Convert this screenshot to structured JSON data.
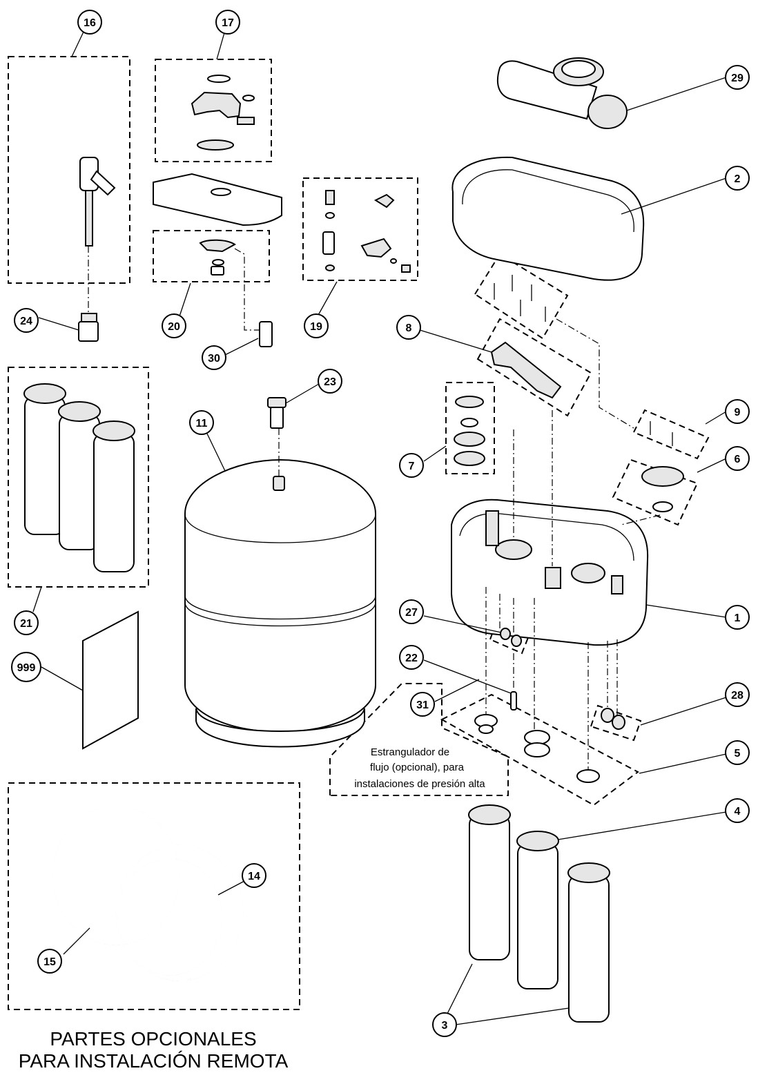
{
  "callouts": {
    "c1": "1",
    "c2": "2",
    "c3": "3",
    "c4": "4",
    "c5": "5",
    "c6": "6",
    "c7": "7",
    "c8": "8",
    "c9": "9",
    "c11": "11",
    "c14": "14",
    "c15": "15",
    "c16": "16",
    "c17": "17",
    "c19": "19",
    "c20": "20",
    "c21": "21",
    "c22": "22",
    "c23": "23",
    "c24": "24",
    "c27": "27",
    "c28": "28",
    "c29": "29",
    "c30": "30",
    "c31": "31",
    "c999": "999"
  },
  "note": {
    "line1": "Estrangulador de",
    "line2": "flujo (opcional), para",
    "line3": "instalaciones de presión alta"
  },
  "caption": {
    "line1": "PARTES OPCIONALES",
    "line2": "PARA INSTALACIÓN REMOTA"
  }
}
